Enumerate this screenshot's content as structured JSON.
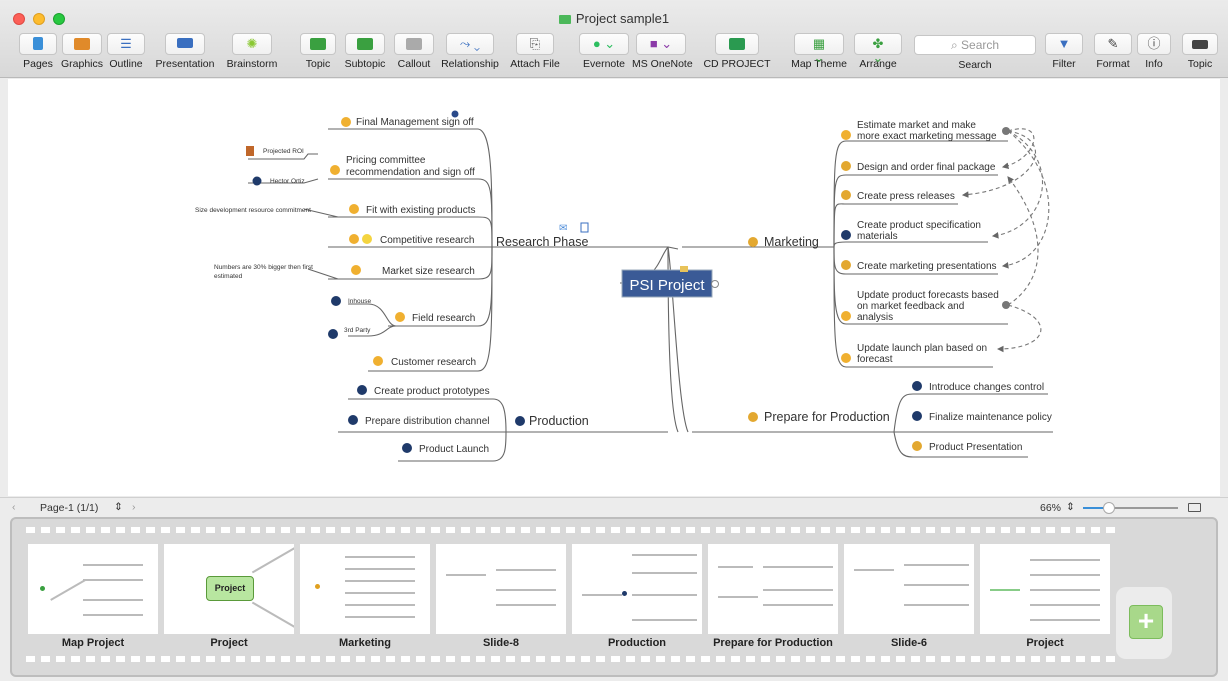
{
  "window": {
    "title": "Project sample1"
  },
  "toolbar": [
    {
      "id": "pages",
      "label": "Pages",
      "icon": "pages-icon",
      "color": "#3a8fd8"
    },
    {
      "id": "graphics",
      "label": "Graphics",
      "icon": "graphics-icon",
      "color": "#e08a2a"
    },
    {
      "id": "outline",
      "label": "Outline",
      "icon": "outline-icon",
      "color": "#3a6fc0"
    },
    {
      "id": "presentation",
      "label": "Presentation",
      "icon": "presentation-icon",
      "color": "#3a6fc0"
    },
    {
      "id": "brainstorm",
      "label": "Brainstorm",
      "icon": "brainstorm-icon",
      "color": "#8ac832"
    },
    {
      "id": "topic",
      "label": "Topic",
      "icon": "topic-icon",
      "color": "#3aa040"
    },
    {
      "id": "subtopic",
      "label": "Subtopic",
      "icon": "subtopic-icon",
      "color": "#3aa040"
    },
    {
      "id": "callout",
      "label": "Callout",
      "icon": "callout-icon",
      "color": "#999999"
    },
    {
      "id": "relationship",
      "label": "Relationship",
      "icon": "relationship-icon",
      "color": "#3a6fc0"
    },
    {
      "id": "attach_file",
      "label": "Attach File",
      "icon": "paperclip-icon",
      "color": "#555555"
    },
    {
      "id": "evernote",
      "label": "Evernote",
      "icon": "evernote-icon",
      "color": "#2dbe60"
    },
    {
      "id": "onenote",
      "label": "MS OneNote",
      "icon": "onenote-icon",
      "color": "#8b3aa8"
    },
    {
      "id": "cd_project",
      "label": "CD PROJECT",
      "icon": "cd-project-icon",
      "color": "#2a9a50"
    },
    {
      "id": "map_theme",
      "label": "Map Theme",
      "icon": "map-theme-icon",
      "color": "#3aa040"
    },
    {
      "id": "arrange",
      "label": "Arrange",
      "icon": "arrange-icon",
      "color": "#3aa040"
    },
    {
      "id": "search",
      "label": "Search",
      "placeholder": "Search",
      "icon": "search-icon"
    },
    {
      "id": "filter",
      "label": "Filter",
      "icon": "filter-icon",
      "color": "#3a6fc0"
    },
    {
      "id": "format",
      "label": "Format",
      "icon": "format-icon",
      "color": "#444444"
    },
    {
      "id": "info",
      "label": "Info",
      "icon": "info-icon",
      "color": "#444444"
    },
    {
      "id": "topic_panel",
      "label": "Topic",
      "icon": "topic-panel-icon",
      "color": "#444444"
    }
  ],
  "map": {
    "central": "PSI Project",
    "branches": {
      "research": {
        "label": "Research Phase",
        "topics": [
          "Final Management sign off",
          "Pricing committee recommendation and sign off",
          "Fit with existing products",
          "Competitive research",
          "Market size research",
          "Field research",
          "Customer research"
        ],
        "callouts": [
          "Projected ROI",
          "Hector Ortiz",
          "Size development resource commitment",
          "Numbers are 30% bigger then first estimated",
          "Inhouse",
          "3rd Party"
        ]
      },
      "production": {
        "label": "Production",
        "topics": [
          "Create product prototypes",
          "Prepare distribution channel",
          "Product Launch"
        ]
      },
      "marketing": {
        "label": "Marketing",
        "topics": [
          "Estimate market and make more exact marketing message",
          "Design and order final package",
          "Create press releases",
          "Create product specification materials",
          "Create marketing presentations",
          "Update product forecasts based on market feedback and analysis",
          "Update launch plan based on forecast"
        ]
      },
      "prepare": {
        "label": "Prepare for Production",
        "topics": [
          "Introduce changes control",
          "Finalize maintenance policy",
          "Product Presentation"
        ]
      }
    }
  },
  "statusbar": {
    "page": "Page-1 (1/1)",
    "zoom": "66%"
  },
  "slides": [
    "Map Project",
    "Project",
    "Marketing",
    "Slide-8",
    "Production",
    "Prepare for Production",
    "Slide-6",
    "Project"
  ],
  "slide_project_box": "Project",
  "add_slide_label": "+"
}
